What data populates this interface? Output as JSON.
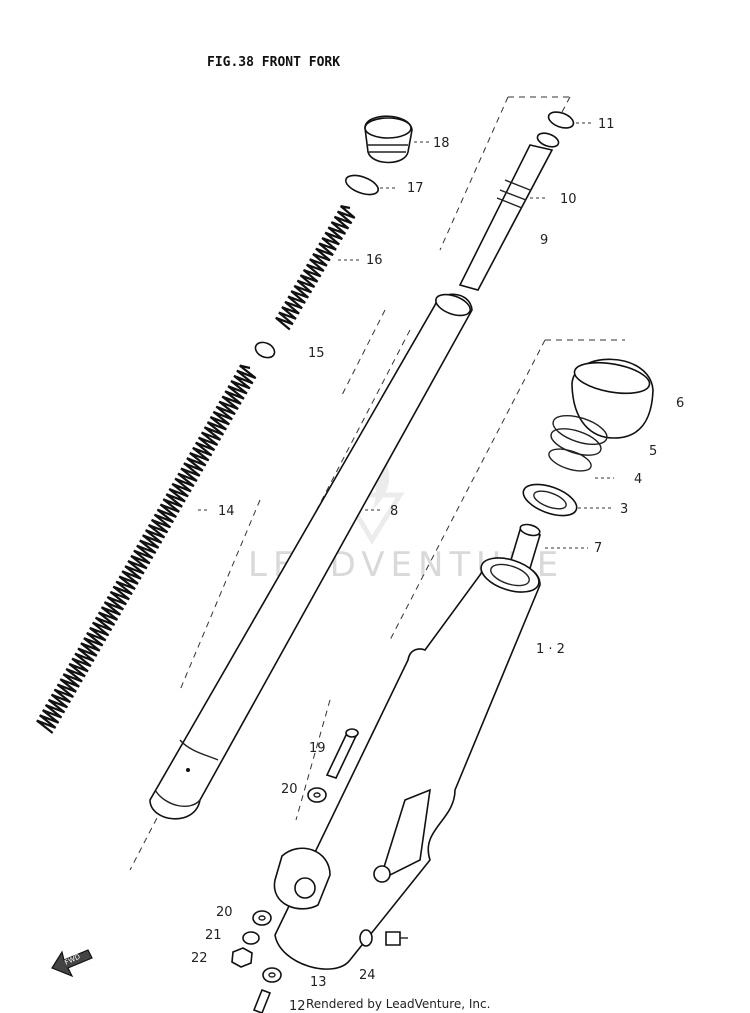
{
  "title": "FIG.38  FRONT FORK",
  "watermark": "LEADVENTURE",
  "credit": "Rendered by LeadVenture, Inc.",
  "fwd_icon": "fwd-arrow-icon",
  "labels": [
    {
      "id": "18",
      "text": "18"
    },
    {
      "id": "17",
      "text": "17"
    },
    {
      "id": "16",
      "text": "16"
    },
    {
      "id": "15",
      "text": "15"
    },
    {
      "id": "14",
      "text": "14"
    },
    {
      "id": "11",
      "text": "11"
    },
    {
      "id": "10",
      "text": "10"
    },
    {
      "id": "9",
      "text": "9"
    },
    {
      "id": "8",
      "text": "8"
    },
    {
      "id": "6",
      "text": "6"
    },
    {
      "id": "5",
      "text": "5"
    },
    {
      "id": "4",
      "text": "4"
    },
    {
      "id": "3",
      "text": "3"
    },
    {
      "id": "7",
      "text": "7"
    },
    {
      "id": "1-2",
      "text": "1 · 2"
    },
    {
      "id": "19",
      "text": "19"
    },
    {
      "id": "20a",
      "text": "20"
    },
    {
      "id": "20b",
      "text": "20"
    },
    {
      "id": "21",
      "text": "21"
    },
    {
      "id": "22",
      "text": "22"
    },
    {
      "id": "13",
      "text": "13"
    },
    {
      "id": "24",
      "text": "24"
    },
    {
      "id": "12",
      "text": "12"
    }
  ]
}
